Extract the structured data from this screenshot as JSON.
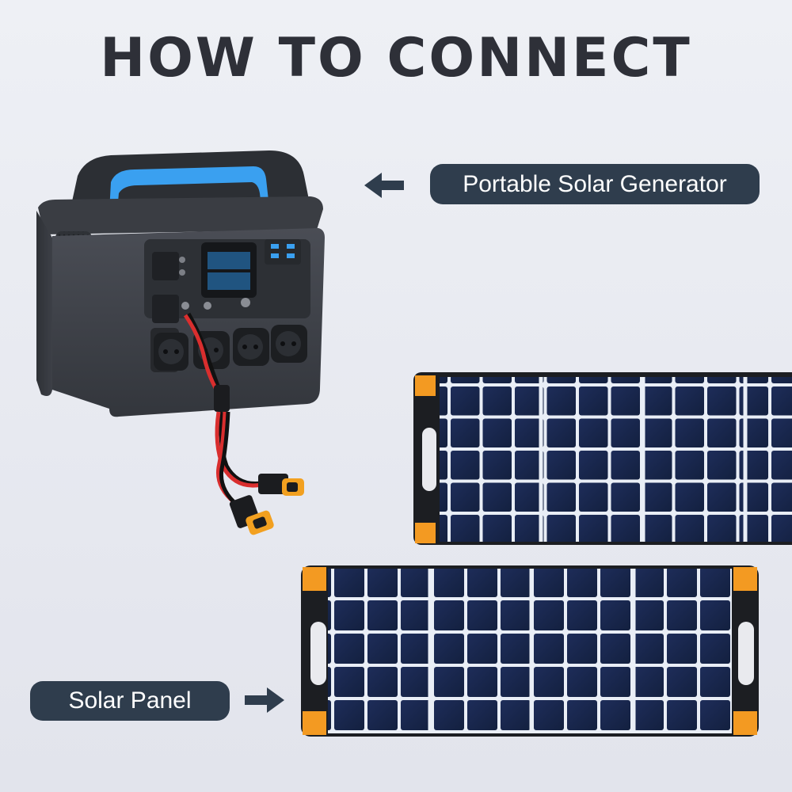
{
  "heading": "HOW TO CONNECT",
  "labels": {
    "generator": "Portable Solar Generator",
    "panel": "Solar Panel"
  },
  "icons": {
    "generator_arrow": "arrow-left-icon",
    "panel_arrow": "arrow-right-icon"
  },
  "colors": {
    "label_background": "#2f3d4d",
    "heading": "#2e3038",
    "panel_accent": "#f39a22",
    "handle_accent": "#3aa0f0"
  }
}
